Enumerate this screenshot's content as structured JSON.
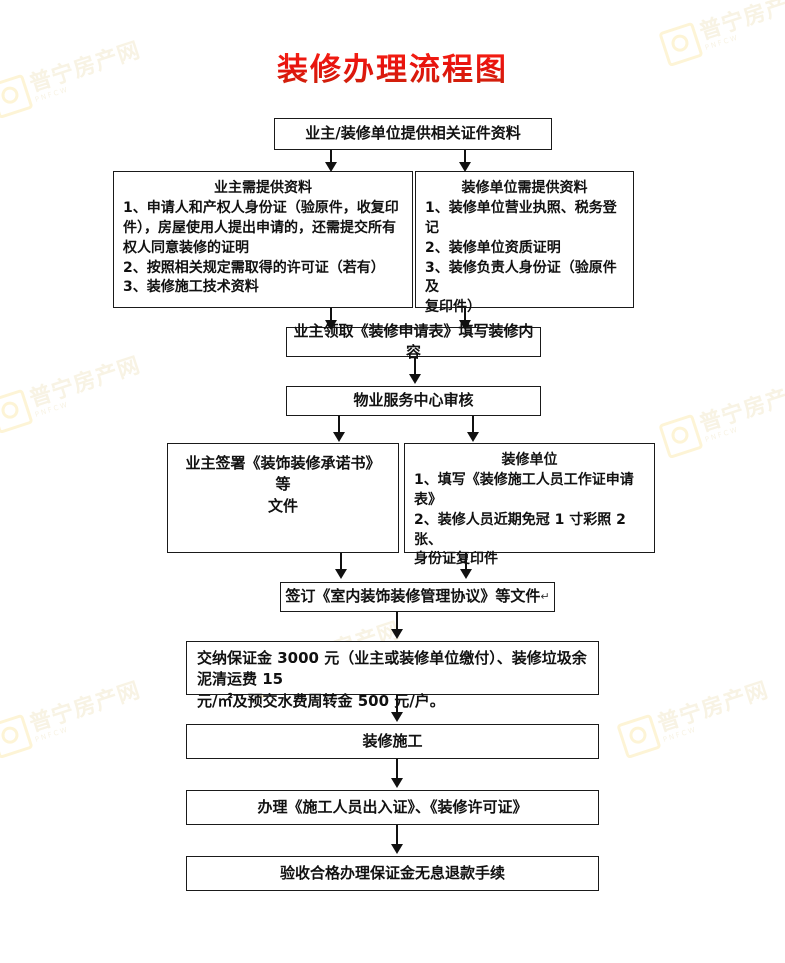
{
  "title": "装修办理流程图",
  "theme": {
    "title_color": "#e8120e",
    "line_color": "#111111",
    "box_border": "#1a1a1a",
    "box_fill": "#ffffff",
    "watermark_color": "#f7f1e0"
  },
  "watermark": {
    "text": "普宁房产网",
    "pinyin": "PNFCW",
    "logo": "rounded-square-logo-icon"
  },
  "chart_data": {
    "type": "diagram",
    "subtype": "flowchart",
    "title": "装修办理流程图",
    "orientation": "top-to-bottom",
    "node_count": 12,
    "nodes": [
      {
        "id": "n1",
        "label": "业主/装修单位提供相关证件资料"
      },
      {
        "id": "n2",
        "header": "业主需提供资料",
        "lines": [
          "1、申请人和产权人身份证（验原件，收复印件），房屋使用人提出申请的，还需提交所有权人同意装修的证明",
          "2、按照相关规定需取得的许可证（若有）",
          "3、装修施工技术资料"
        ]
      },
      {
        "id": "n3",
        "header": "装修单位需提供资料",
        "lines": [
          "1、装修单位营业执照、税务登记",
          "2、装修单位资质证明",
          "3、装修负责人身份证（验原件及复印件）"
        ]
      },
      {
        "id": "n4",
        "label": "业主领取《装修申请表》填写装修内容"
      },
      {
        "id": "n5",
        "label": "物业服务中心审核"
      },
      {
        "id": "n6",
        "label": "业主签署《装饰装修承诺书》等文件"
      },
      {
        "id": "n7",
        "header": "装修单位",
        "lines": [
          "1、填写《装修施工人员工作证申请表》",
          "2、装修人员近期免冠 1 寸彩照 2 张、身份证复印件"
        ]
      },
      {
        "id": "n8",
        "label": "签订《室内装饰装修管理协议》等文件",
        "suffix": "↵"
      },
      {
        "id": "n9",
        "label": "交纳保证金 3000 元（业主或装修单位缴付）、装修垃圾余泥清运费 15 元/㎡及预交水费周转金 500 元/户。"
      },
      {
        "id": "n10",
        "label": "装修施工"
      },
      {
        "id": "n11",
        "label": "办理《施工人员出入证》、《装修许可证》"
      },
      {
        "id": "n12",
        "label": "验收合格办理保证金无息退款手续"
      }
    ],
    "edges": [
      {
        "from": "n1",
        "to": "n2"
      },
      {
        "from": "n1",
        "to": "n3"
      },
      {
        "from": "n2",
        "to": "n4"
      },
      {
        "from": "n3",
        "to": "n4"
      },
      {
        "from": "n4",
        "to": "n5"
      },
      {
        "from": "n5",
        "to": "n6"
      },
      {
        "from": "n5",
        "to": "n7"
      },
      {
        "from": "n6",
        "to": "n8"
      },
      {
        "from": "n7",
        "to": "n8"
      },
      {
        "from": "n8",
        "to": "n9"
      },
      {
        "from": "n9",
        "to": "n10"
      },
      {
        "from": "n10",
        "to": "n11"
      },
      {
        "from": "n11",
        "to": "n12"
      }
    ]
  },
  "nodes": {
    "n1": {
      "label": "业主/装修单位提供相关证件资料"
    },
    "n2": {
      "header": "业主需提供资料",
      "l1": "1、申请人和产权人身份证（验原件，收复印",
      "l2": "件），房屋使用人提出申请的，还需提交所有",
      "l3": "权人同意装修的证明",
      "l4": "2、按照相关规定需取得的许可证（若有）",
      "l5": "3、装修施工技术资料"
    },
    "n3": {
      "header": "装修单位需提供资料",
      "l1": "1、装修单位营业执照、税务登记",
      "l2": "2、装修单位资质证明",
      "l3": "3、装修负责人身份证（验原件及",
      "l4": "复印件）"
    },
    "n4": {
      "label": "业主领取《装修申请表》填写装修内容"
    },
    "n5": {
      "label": "物业服务中心审核"
    },
    "n6": {
      "l1": "业主签署《装饰装修承诺书》等",
      "l2": "文件"
    },
    "n7": {
      "header": "装修单位",
      "l1": "1、填写《装修施工人员工作证申请表》",
      "l2": "2、装修人员近期免冠 1 寸彩照 2 张、",
      "l3": "身份证复印件"
    },
    "n8": {
      "label": "签订《室内装饰装修管理协议》等文件",
      "suffix": "↵"
    },
    "n9": {
      "l1": "交纳保证金 3000 元（业主或装修单位缴付）、装修垃圾余泥清运费 15",
      "l2": "元/㎡及预交水费周转金 500 元/户。"
    },
    "n10": {
      "label": "装修施工"
    },
    "n11": {
      "label": "办理《施工人员出入证》、《装修许可证》"
    },
    "n12": {
      "label": "验收合格办理保证金无息退款手续"
    }
  }
}
